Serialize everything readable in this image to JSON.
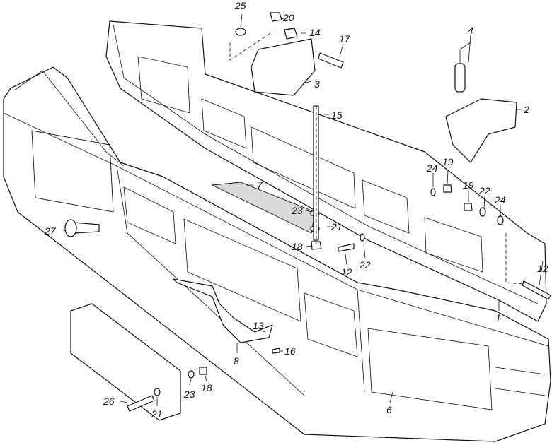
{
  "callouts": [
    {
      "id": "c25",
      "label": "25"
    },
    {
      "id": "c20",
      "label": "20"
    },
    {
      "id": "c14",
      "label": "14"
    },
    {
      "id": "c17",
      "label": "17"
    },
    {
      "id": "c4",
      "label": "4"
    },
    {
      "id": "c3",
      "label": "3"
    },
    {
      "id": "c2",
      "label": "2"
    },
    {
      "id": "c15",
      "label": "15"
    },
    {
      "id": "c7",
      "label": "7"
    },
    {
      "id": "c24a",
      "label": "24"
    },
    {
      "id": "c19a",
      "label": "19"
    },
    {
      "id": "c19b",
      "label": "19"
    },
    {
      "id": "c22a",
      "label": "22"
    },
    {
      "id": "c24b",
      "label": "24"
    },
    {
      "id": "c27",
      "label": "27"
    },
    {
      "id": "c23a",
      "label": "23"
    },
    {
      "id": "c21a",
      "label": "21"
    },
    {
      "id": "c18a",
      "label": "18"
    },
    {
      "id": "c12a",
      "label": "12"
    },
    {
      "id": "c22b",
      "label": "22"
    },
    {
      "id": "c12b",
      "label": "12"
    },
    {
      "id": "c1",
      "label": "1"
    },
    {
      "id": "c13",
      "label": "13"
    },
    {
      "id": "c8",
      "label": "8"
    },
    {
      "id": "c16",
      "label": "16"
    },
    {
      "id": "c23b",
      "label": "23"
    },
    {
      "id": "c18b",
      "label": "18"
    },
    {
      "id": "c26",
      "label": "26"
    },
    {
      "id": "c21b",
      "label": "21"
    },
    {
      "id": "c6",
      "label": "6"
    }
  ]
}
